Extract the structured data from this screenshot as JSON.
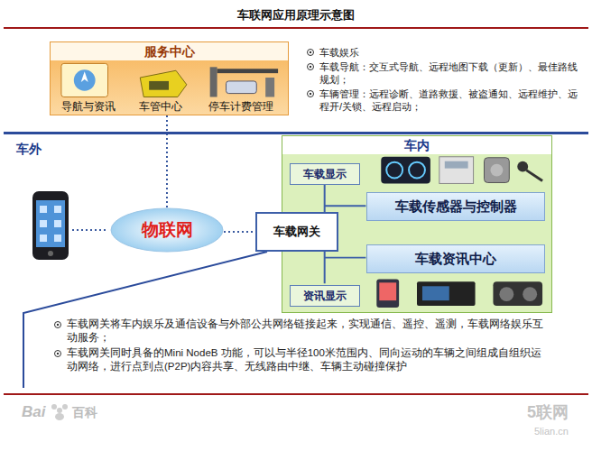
{
  "diagram": {
    "title": "车联网应用原理示意图",
    "nodes": [
      {
        "text": [
          "服务中心"
        ]
      },
      {
        "text": [
          "物联网"
        ]
      },
      {
        "text": [
          "车载网关"
        ]
      },
      {
        "text": [
          "车内"
        ]
      },
      {
        "text": [
          "车载显示"
        ],
        "in": 3
      },
      {
        "text": [
          "车载传感器与控制器"
        ],
        "in": 3
      },
      {
        "text": [
          "车载资讯中心"
        ],
        "in": 3
      },
      {
        "text": [
          "资讯显示"
        ],
        "in": 3
      }
    ],
    "edges": [
      {
        "from": 0,
        "to": 1,
        "arrow": "none"
      },
      {
        "from": 1,
        "to": 2,
        "arrow": "none"
      }
    ],
    "labels": [
      "导航与资讯",
      "车管中心",
      "停车计费管理",
      "车载娱乐",
      "车载导航：交互式导航、远程地图下载（更新）、最佳路线规划；",
      "车辆管理：远程诊断、道路救援、被盗通知、远程维护、远程开/关锁、远程启动；",
      "车外",
      "车载网关将车内娱乐及通信设备与外部公共网络链接起来，实现通信、遥控、遥测，车载网络娱乐互动服务；",
      "车载网关同时具备的Mini NodeB 功能，可以与半径100米范围内、同向运动的车辆之间组成自组织运动网络，进行点到点(P2P)内容共享、无线路由中继、车辆主动碰撞保护",
      "Bai",
      "百科",
      "5联网",
      "5lian.cn"
    ]
  }
}
